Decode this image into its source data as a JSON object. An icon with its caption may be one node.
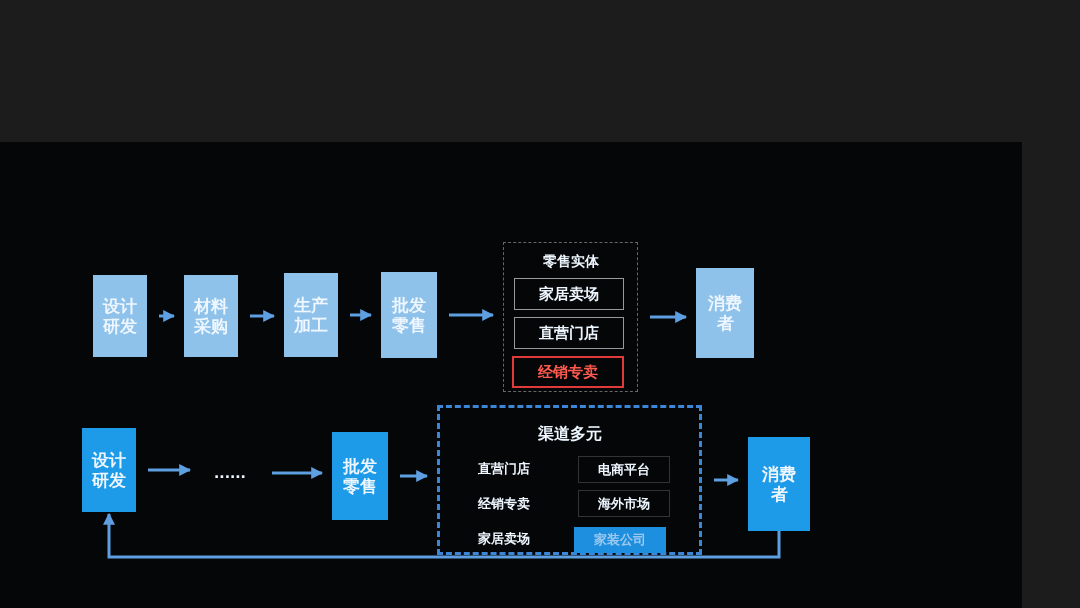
{
  "diagram": {
    "nodes": [
      {
        "text": [
          "设计研发"
        ]
      },
      {
        "text": [
          "材料采购"
        ]
      },
      {
        "text": [
          "生产加工"
        ]
      },
      {
        "text": [
          "批发零售"
        ]
      },
      {
        "text": [
          "零售实体"
        ]
      },
      {
        "text": [
          "家居卖场"
        ],
        "in": 4
      },
      {
        "text": [
          "直营门店"
        ],
        "in": 4
      },
      {
        "text": [
          "经销专卖"
        ],
        "in": 4
      },
      {
        "text": [
          "消费者"
        ]
      },
      {
        "text": [
          "设计研发"
        ]
      },
      {
        "text": [
          "......"
        ]
      },
      {
        "text": [
          "批发零售"
        ]
      },
      {
        "text": [
          "渠道多元"
        ]
      },
      {
        "text": [
          "直营门店"
        ],
        "in": 12
      },
      {
        "text": [
          "电商平台"
        ],
        "in": 12
      },
      {
        "text": [
          "经销专卖"
        ],
        "in": 12
      },
      {
        "text": [
          "海外市场"
        ],
        "in": 12
      },
      {
        "text": [
          "家居卖场"
        ],
        "in": 12
      },
      {
        "text": [
          "家装公司"
        ],
        "in": 12
      },
      {
        "text": [
          "消费者"
        ]
      }
    ],
    "edges": [
      {
        "from": 0,
        "to": 1,
        "arrow": "to"
      },
      {
        "from": 1,
        "to": 2,
        "arrow": "to"
      },
      {
        "from": 2,
        "to": 3,
        "arrow": "to"
      },
      {
        "from": 3,
        "to": 4,
        "arrow": "to"
      },
      {
        "from": 4,
        "to": 8,
        "arrow": "to"
      },
      {
        "from": 9,
        "to": 10,
        "arrow": "to"
      },
      {
        "from": 10,
        "to": 11,
        "arrow": "to"
      },
      {
        "from": 11,
        "to": 12,
        "arrow": "to"
      },
      {
        "from": 12,
        "to": 19,
        "arrow": "to"
      },
      {
        "from": 19,
        "to": 9,
        "arrow": "to"
      }
    ]
  }
}
